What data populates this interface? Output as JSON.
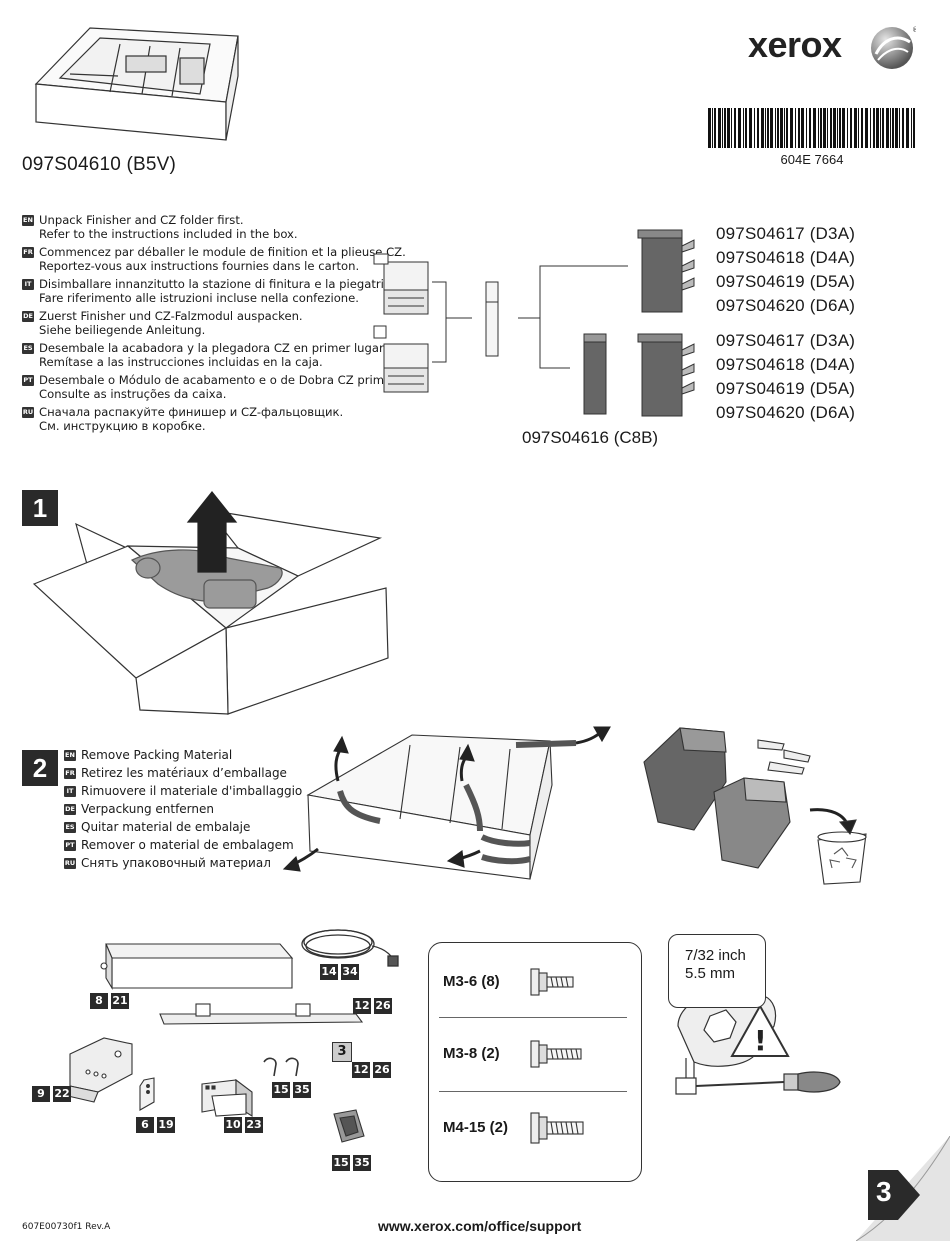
{
  "header": {
    "brand": "xerox",
    "part_number": "097S04610 (B5V)",
    "barcode_text": "604E 7664"
  },
  "intro": {
    "items": [
      {
        "lang": "EN",
        "lines": [
          "Unpack Finisher and CZ folder first.",
          "Refer to the instructions included in the box."
        ]
      },
      {
        "lang": "FR",
        "lines": [
          "Commencez par déballer le module de finition et la plieuse CZ.",
          "Reportez-vous aux instructions fournies dans le carton."
        ]
      },
      {
        "lang": "IT",
        "lines": [
          "Disimballare innanzitutto la stazione di finitura e la piegatrice C/Z.",
          "Fare riferimento alle istruzioni incluse nella confezione."
        ]
      },
      {
        "lang": "DE",
        "lines": [
          "Zuerst Finisher und CZ-Falzmodul auspacken.",
          "Siehe beiliegende Anleitung."
        ]
      },
      {
        "lang": "ES",
        "lines": [
          "Desembale la acabadora y la plegadora CZ en primer lugar.",
          "Remítase a las instrucciones incluidas en la caja."
        ]
      },
      {
        "lang": "PT",
        "lines": [
          "Desembale o Módulo de acabamento e o de Dobra CZ primeiro",
          "Consulte as instruções da caixa."
        ]
      },
      {
        "lang": "RU",
        "lines": [
          "Сначала распакуйте финишер и CZ-фальцовщик.",
          "См. инструкцию в коробке."
        ]
      }
    ]
  },
  "codes": {
    "top": [
      "097S04617 (D3A)",
      "097S04618 (D4A)",
      "097S04619 (D5A)",
      "097S04620 (D6A)"
    ],
    "bottom": [
      "097S04617 (D3A)",
      "097S04618 (D4A)",
      "097S04619 (D5A)",
      "097S04620 (D6A)"
    ],
    "tray": "097S04616 (C8B)"
  },
  "step1": {
    "number": "1"
  },
  "step2": {
    "number": "2",
    "items": [
      {
        "lang": "EN",
        "text": "Remove Packing Material"
      },
      {
        "lang": "FR",
        "text": "Retirez les matériaux d’emballage"
      },
      {
        "lang": "IT",
        "text": "Rimuovere il materiale d'imballaggio"
      },
      {
        "lang": "DE",
        "text": "Verpackung entfernen"
      },
      {
        "lang": "ES",
        "text": "Quitar material de embalaje"
      },
      {
        "lang": "PT",
        "text": "Remover o material de embalagem"
      },
      {
        "lang": "RU",
        "text": "Снять упаковочный материал"
      }
    ]
  },
  "hardware": {
    "rail": [
      "8",
      "21"
    ],
    "cable": [
      "14",
      "34"
    ],
    "bar": [
      "12",
      "26"
    ],
    "clip3": [
      "12",
      "26"
    ],
    "clip3_mark": "3",
    "bracket": [
      "9",
      "22"
    ],
    "tab": [
      "6",
      "19"
    ],
    "block": [
      "10",
      "23"
    ],
    "hooks": [
      "15",
      "35"
    ],
    "latch": [
      "15",
      "35"
    ]
  },
  "screws": [
    {
      "label": "M3-6 (8)"
    },
    {
      "label": "M3-8 (2)"
    },
    {
      "label": "M4-15 (2)"
    }
  ],
  "tool": {
    "line1": "7/32 inch",
    "line2": "5.5 mm"
  },
  "next_step": "3",
  "footer": {
    "doc_code": "607E00730f1 Rev.A",
    "url": "www.xerox.com/office/support"
  }
}
